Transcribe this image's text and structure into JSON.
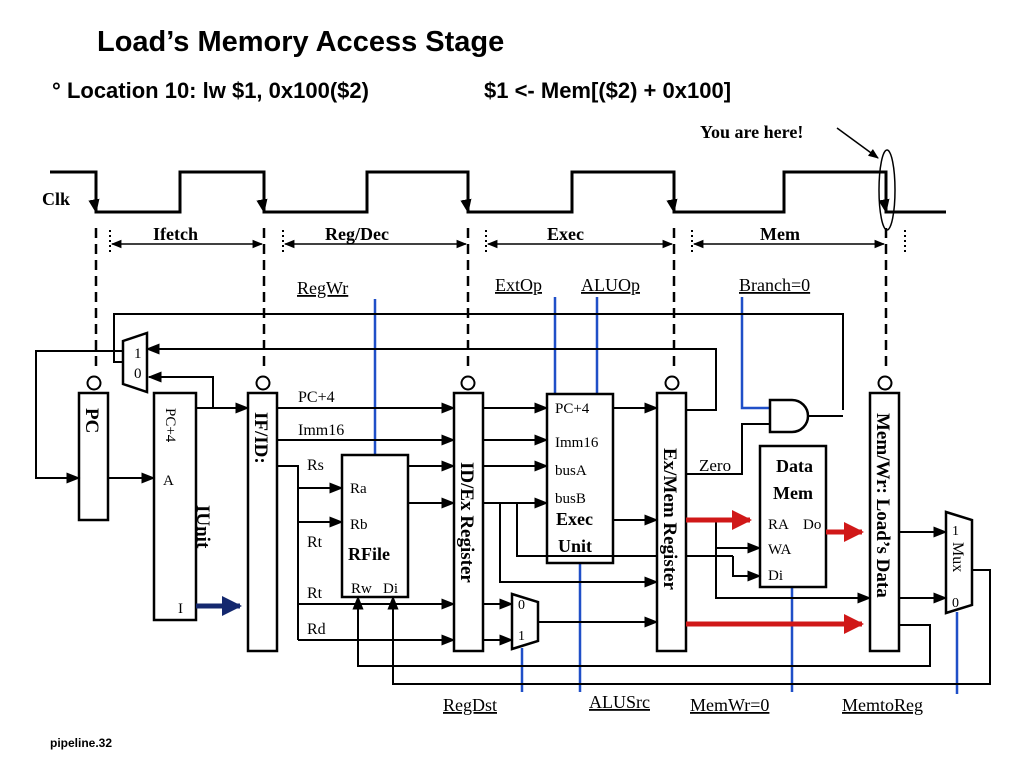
{
  "slide": {
    "title": "Load’s  Memory Access Stage",
    "bullet_marker": "°",
    "instruction": "Location 10: lw  $1, 0x100($2)",
    "equation": "$1 <-  Mem[($2) +  0x100]",
    "footer": "pipeline.32"
  },
  "timing": {
    "you_are_here": "You are here!",
    "clock_label": "Clk",
    "stages": [
      "Ifetch",
      "Reg/Dec",
      "Exec",
      "Mem"
    ]
  },
  "controls": {
    "regwr": "RegWr",
    "extop": "ExtOp",
    "aluop": "ALUOp",
    "branch": "Branch=0",
    "regdst": "RegDst",
    "alusrc": "ALUSrc",
    "memwr": "MemWr=0",
    "memtoreg": "MemtoReg"
  },
  "blocks": {
    "pc": "PC",
    "ifid": "IF/ID:",
    "idex": "ID/Ex Register",
    "exmem": "Ex/Mem Register",
    "memwr": "Mem/Wr: Load’s Data",
    "iunit": {
      "name": "IUnit",
      "pc4": "PC+4",
      "a": "A",
      "i": "I"
    },
    "rfile": {
      "name": "RFile",
      "ra": "Ra",
      "rb": "Rb",
      "rw": "Rw",
      "di": "Di"
    },
    "execunit": {
      "name_line1": "Exec",
      "name_line2": "Unit",
      "pc4": "PC+4",
      "imm16": "Imm16",
      "busa": "busA",
      "busb": "busB"
    },
    "datamem": {
      "name_line1": "Data",
      "name_line2": "Mem",
      "ra": "RA",
      "do": "Do",
      "wa": "WA",
      "di": "Di"
    },
    "mux_pc": {
      "in1": "1",
      "in0": "0"
    },
    "mux_regdst": {
      "in0": "0",
      "in1": "1"
    },
    "mux_wb": {
      "in1": "1",
      "name": "Mux",
      "in0": "0"
    }
  },
  "signals": {
    "pc4": "PC+4",
    "imm16": "Imm16",
    "rs": "Rs",
    "rt1": "Rt",
    "rt2": "Rt",
    "rd": "Rd",
    "zero": "Zero"
  },
  "colors": {
    "control_line": "#1f4fc8",
    "highlight_arrow": "#d01818",
    "instruction_arrow": "#14286e"
  }
}
